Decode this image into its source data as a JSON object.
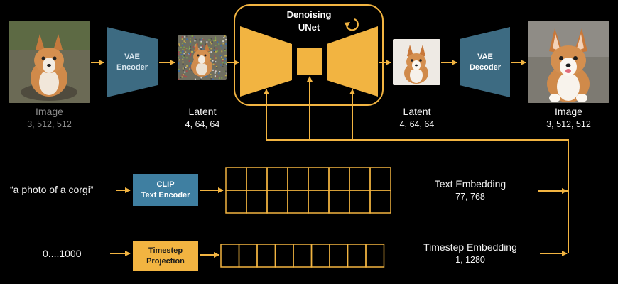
{
  "colors": {
    "background": "#000000",
    "accent": "#f2b441",
    "vae_blue": "#3d6b82",
    "clip_blue": "#3f7fa1"
  },
  "vae_encoder": {
    "line1": "VAE",
    "line2": "Encoder"
  },
  "vae_decoder": {
    "line1": "VAE",
    "line2": "Decoder"
  },
  "unet": {
    "line1": "Denoising",
    "line2": "UNet",
    "icon": "refresh-cycle-icon"
  },
  "clip": {
    "line1": "CLIP",
    "line2": "Text Encoder"
  },
  "timestep": {
    "line1": "Timestep",
    "line2": "Projection"
  },
  "labels": {
    "input_image": {
      "title": "Image",
      "shape": "3, 512, 512"
    },
    "latent_in": {
      "title": "Latent",
      "shape": "4, 64, 64"
    },
    "latent_out": {
      "title": "Latent",
      "shape": "4, 64, 64"
    },
    "output_image": {
      "title": "Image",
      "shape": "3, 512, 512"
    },
    "text_embedding": {
      "title": "Text Embedding",
      "shape": "77, 768"
    },
    "timestep_embedding": {
      "title": "Timestep Embedding",
      "shape": "1, 1280"
    }
  },
  "inputs": {
    "prompt": "“a photo of a corgi”",
    "timestep_range": "0....1000"
  },
  "images": {
    "input_image": "corgi-photo",
    "latent_in": "noisy-corgi-latent",
    "latent_out": "denoised-corgi-latent",
    "output_image": "corgi-photo-output"
  }
}
